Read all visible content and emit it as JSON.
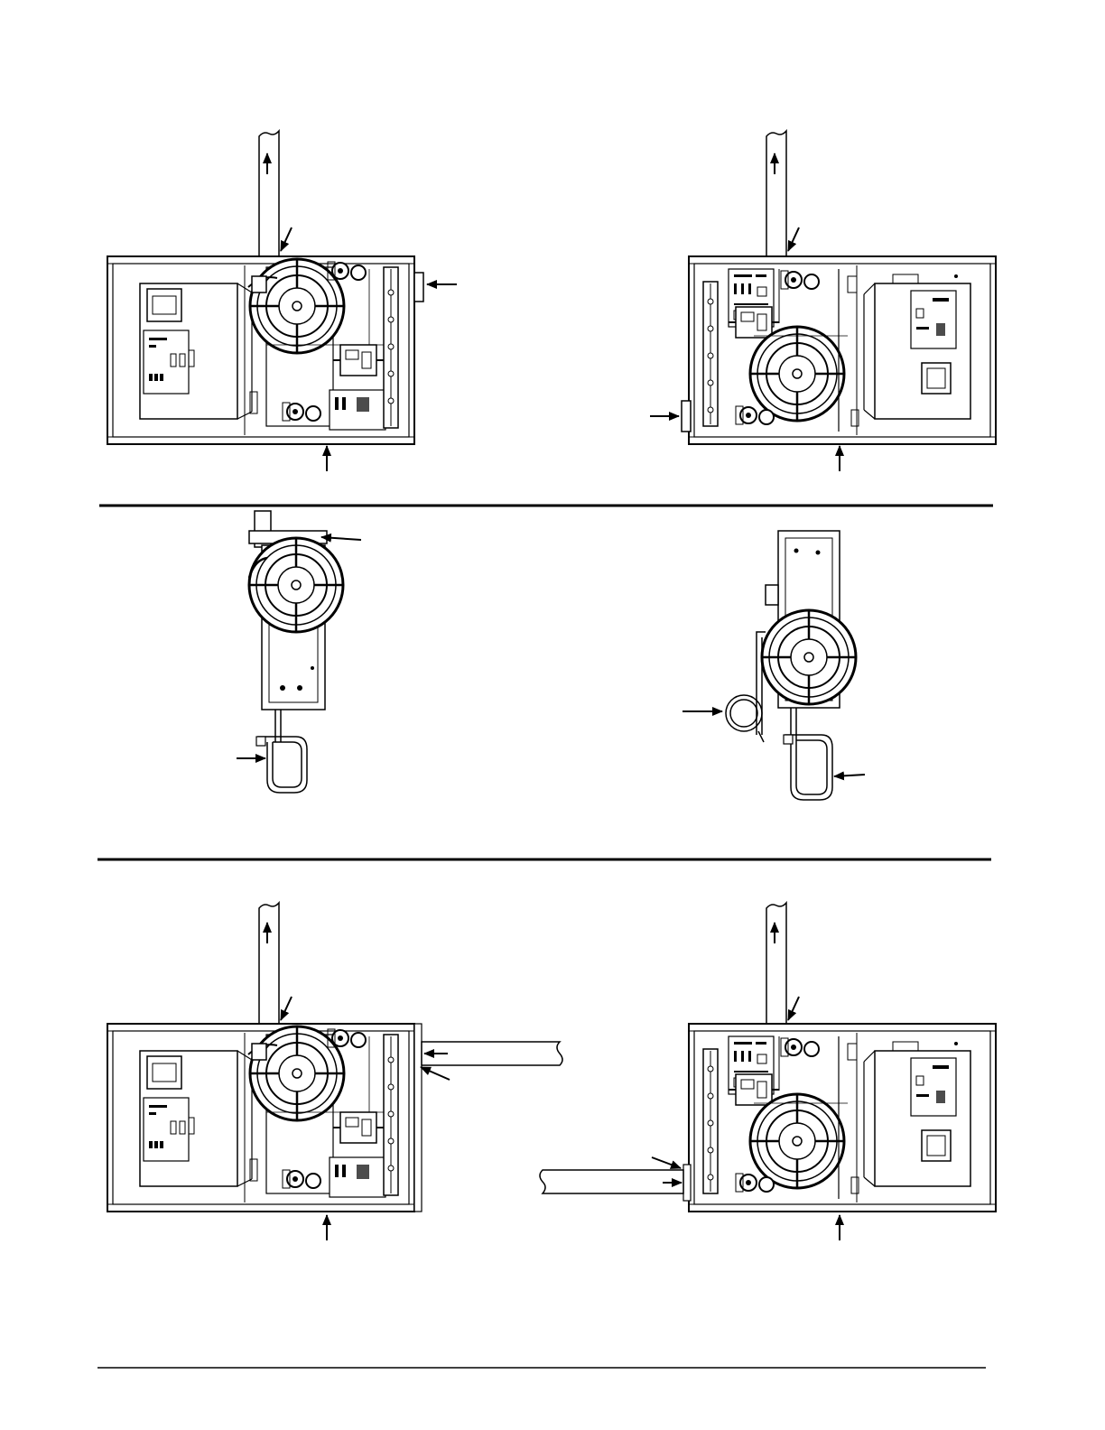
{
  "page": {
    "background": "#ffffff",
    "ink": "#000000"
  },
  "figures": [
    {
      "id": "upflow-left-vent",
      "view": "cabinet",
      "orientation": "left"
    },
    {
      "id": "upflow-right-vent",
      "view": "cabinet",
      "orientation": "right"
    },
    {
      "id": "inducer-drain-left",
      "view": "inducer-assembly",
      "orientation": "left"
    },
    {
      "id": "inducer-drain-right",
      "view": "inducer-assembly",
      "orientation": "right"
    },
    {
      "id": "upflow-left-combustion-air",
      "view": "cabinet",
      "orientation": "left"
    },
    {
      "id": "upflow-right-combustion-air",
      "view": "cabinet",
      "orientation": "right"
    }
  ],
  "icons": {
    "arrow": "arrow-icon",
    "blower": "blower-wheel-icon",
    "pipe": "vent-pipe-icon"
  }
}
